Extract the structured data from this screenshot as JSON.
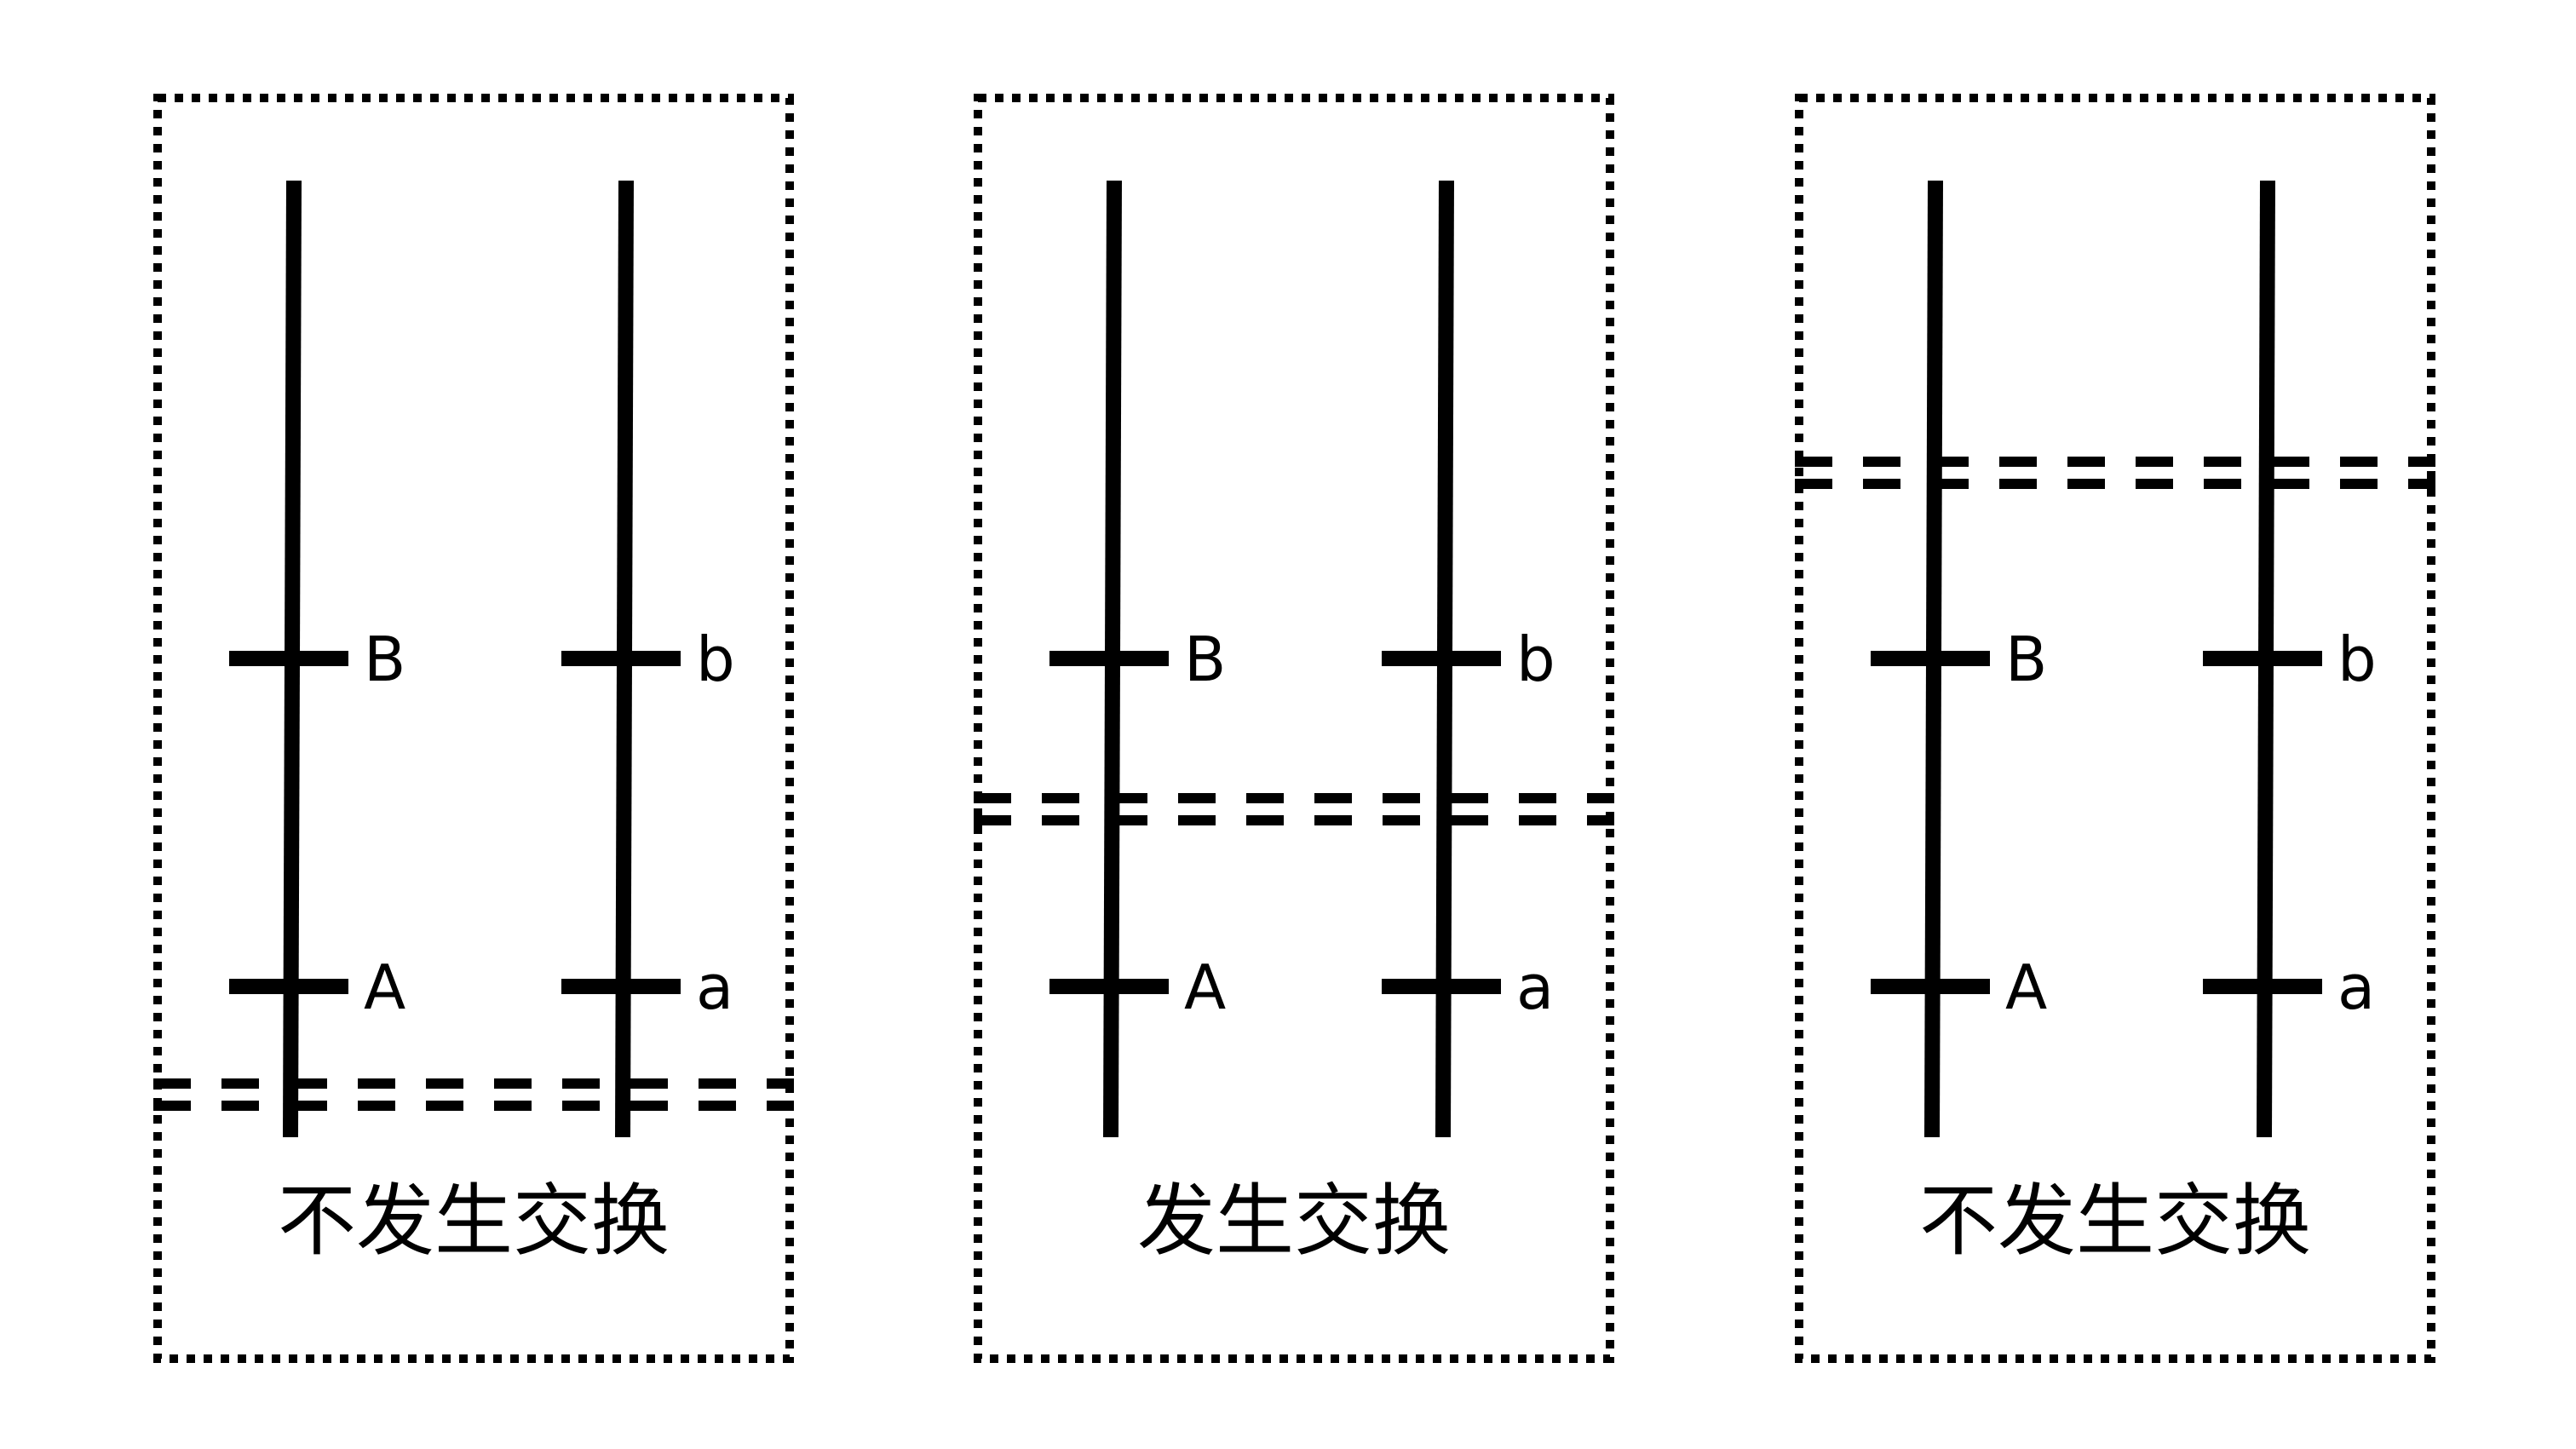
{
  "colors": {
    "stroke": "#000000",
    "background": "#ffffff"
  },
  "panels": [
    {
      "caption": "不发生交换",
      "chromosomes": [
        {
          "loci": [
            {
              "label": "B"
            },
            {
              "label": "A"
            }
          ]
        },
        {
          "loci": [
            {
              "label": "b"
            },
            {
              "label": "a"
            }
          ]
        }
      ]
    },
    {
      "caption": "发生交换",
      "chromosomes": [
        {
          "loci": [
            {
              "label": "B"
            },
            {
              "label": "A"
            }
          ]
        },
        {
          "loci": [
            {
              "label": "b"
            },
            {
              "label": "a"
            }
          ]
        }
      ]
    },
    {
      "caption": "不发生交换",
      "chromosomes": [
        {
          "loci": [
            {
              "label": "B"
            },
            {
              "label": "A"
            }
          ]
        },
        {
          "loci": [
            {
              "label": "b"
            },
            {
              "label": "a"
            }
          ]
        }
      ]
    }
  ]
}
